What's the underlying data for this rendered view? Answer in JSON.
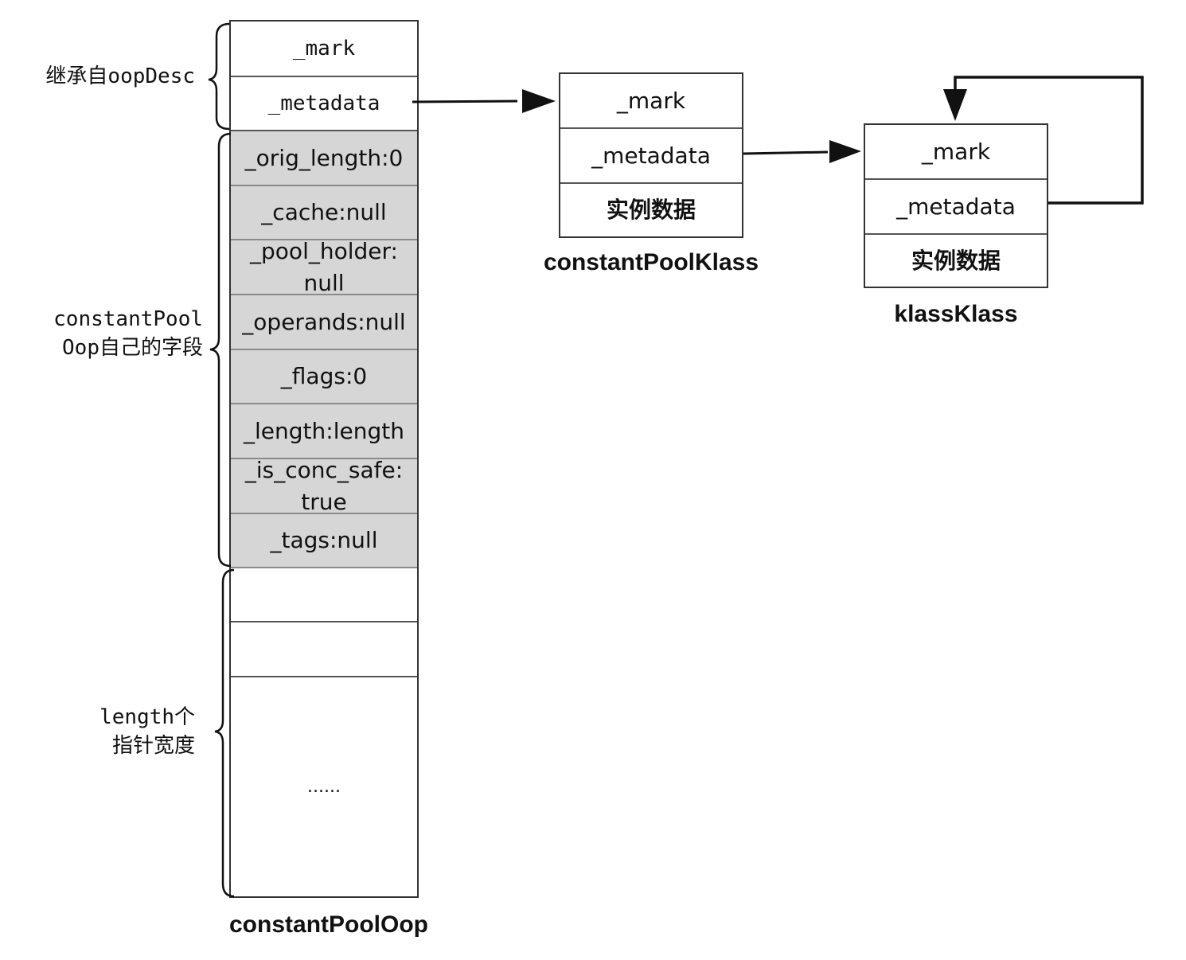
{
  "braces": {
    "inherited_label": "继承自oopDesc",
    "own_fields_label_line1": "constantPool",
    "own_fields_label_line2": "Oop自己的字段",
    "pointers_label_line1": "length个",
    "pointers_label_line2": "指针宽度"
  },
  "constant_pool_oop": {
    "caption": "constantPoolOop",
    "inherited": [
      "_mark",
      "_metadata"
    ],
    "fields": [
      {
        "line1": "_orig_length:0",
        "line2": ""
      },
      {
        "line1": "_cache:null",
        "line2": ""
      },
      {
        "line1": "_pool_holder:",
        "line2": "null"
      },
      {
        "line1": "_operands:null",
        "line2": ""
      },
      {
        "line1": "_flags:0",
        "line2": ""
      },
      {
        "line1": "_length:length",
        "line2": ""
      },
      {
        "line1": "_is_conc_safe:",
        "line2": "true"
      },
      {
        "line1": "_tags:null",
        "line2": ""
      }
    ],
    "ellipsis": "......"
  },
  "constant_pool_klass": {
    "caption": "constantPoolKlass",
    "cells": [
      "_mark",
      "_metadata",
      "实例数据"
    ]
  },
  "klass_klass": {
    "caption": "klassKlass",
    "cells": [
      "_mark",
      "_metadata",
      "实例数据"
    ]
  },
  "colors": {
    "field_fill": "#d6d6d6",
    "stroke": "#111111"
  }
}
